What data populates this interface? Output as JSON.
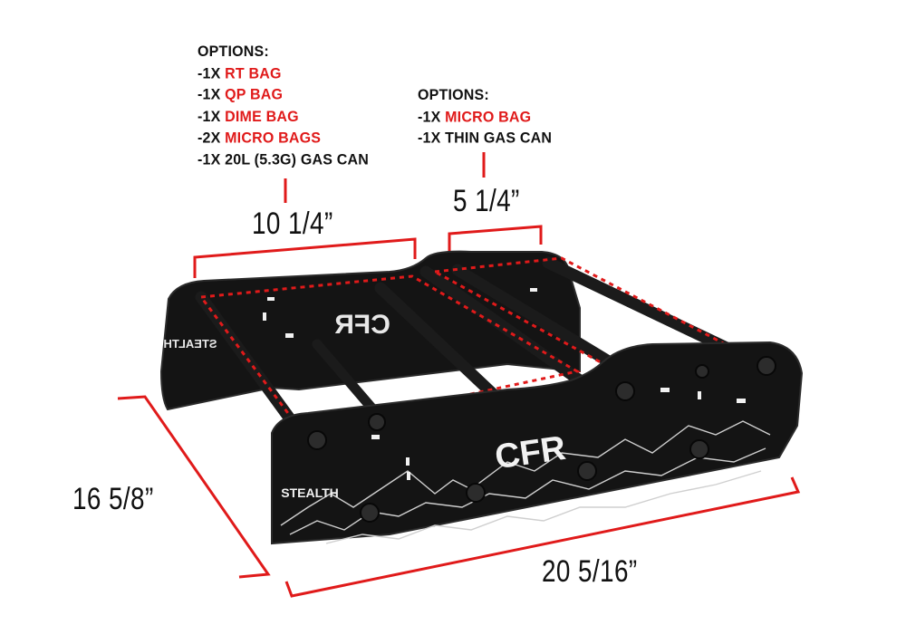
{
  "colors": {
    "accent": "#e01a1a",
    "text": "#111111",
    "rack": "#141414",
    "rack_edge": "#2a2a2a"
  },
  "options_left": {
    "title": "OPTIONS:",
    "items": [
      {
        "prefix": "-1X ",
        "highlight": "RT BAG",
        "suffix": ""
      },
      {
        "prefix": "-1X ",
        "highlight": "QP BAG",
        "suffix": ""
      },
      {
        "prefix": "-1X ",
        "highlight": "DIME BAG",
        "suffix": ""
      },
      {
        "prefix": "-2X ",
        "highlight": "MICRO BAGS",
        "suffix": ""
      },
      {
        "prefix": "-1X 20L (5.3G) GAS CAN",
        "highlight": "",
        "suffix": ""
      }
    ]
  },
  "options_right": {
    "title": "OPTIONS:",
    "items": [
      {
        "prefix": "-1X ",
        "highlight": "MICRO BAG",
        "suffix": ""
      },
      {
        "prefix": "-1X THIN GAS CAN",
        "highlight": "",
        "suffix": ""
      }
    ]
  },
  "dimensions": {
    "left_bay": "10 1/4”",
    "right_bay": "5 1/4”",
    "depth": "16 5/8”",
    "length": "20 5/16”"
  },
  "rack": {
    "logo_front": "CFR",
    "logo_back": "CFR",
    "brand_front": "STEALTH",
    "brand_back": "STEALTH"
  }
}
